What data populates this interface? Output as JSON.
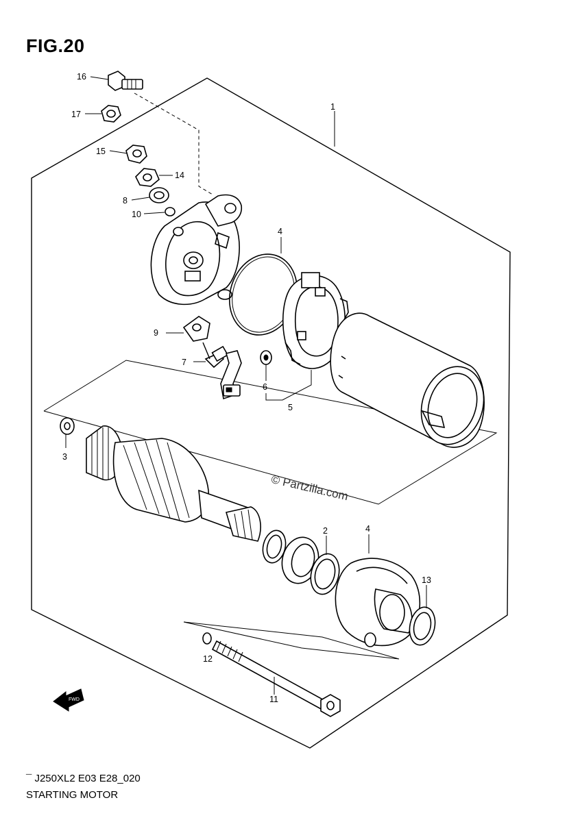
{
  "figure": {
    "title": "FIG.20",
    "code": "¯ J250XL2 E03 E28_020",
    "caption": "STARTING MOTOR",
    "watermark": "© Partzilla.com",
    "fwd_label": "FWD"
  },
  "callouts": {
    "c1": "1",
    "c2": "2",
    "c3": "3",
    "c4a": "4",
    "c4b": "4",
    "c5": "5",
    "c6": "6",
    "c7": "7",
    "c8": "8",
    "c9": "9",
    "c10": "10",
    "c11": "11",
    "c12": "12",
    "c13": "13",
    "c14": "14",
    "c15": "15",
    "c16": "16",
    "c17": "17"
  }
}
